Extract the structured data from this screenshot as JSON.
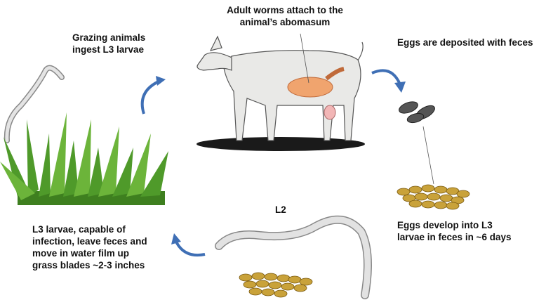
{
  "labels": {
    "adult_worms_line1": "Adult worms attach to the",
    "adult_worms_line2": "animal’s abomasum",
    "grazing_line1": "Grazing animals",
    "grazing_line2": "ingest L3 larvae",
    "eggs_deposited": "Eggs are deposited with feces",
    "l2": "L2",
    "l3_line1": "L3 larvae, capable of",
    "l3_line2": "infection, leave feces and",
    "l3_line3": "move in water film up",
    "l3_line4": "grass blades ~2-3 inches",
    "eggs_develop_line1": "Eggs develop into L3",
    "eggs_develop_line2": "larvae in feces in ~6 days"
  },
  "colors": {
    "arrow": "#3f6fb5",
    "abomasum": "#f0a46e",
    "grass": "#4f9a2a",
    "pellet": "#c9a23a",
    "worm": "#d8d8d8"
  }
}
